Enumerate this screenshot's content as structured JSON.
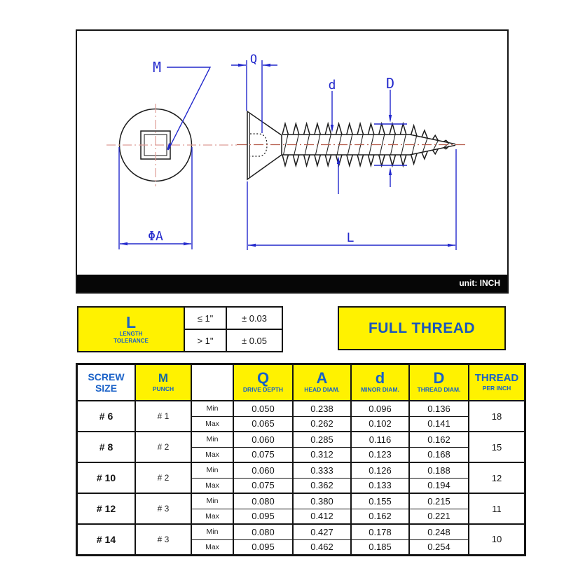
{
  "colors": {
    "highlight_yellow": "#FFF200",
    "dimension_blue": "#2228CC",
    "header_blue": "#1B62C8",
    "centerline_pink": "#DE9C97",
    "axis_red": "#B55A4A"
  },
  "diagram": {
    "unit_label": "unit: INCH",
    "labels": {
      "m": "M",
      "q": "Q",
      "d_minor": "d",
      "d_thread": "D",
      "length": "L",
      "phi_a": "ΦA"
    }
  },
  "tolerance_table": {
    "symbol": "L",
    "name_line1": "LENGTH",
    "name_line2": "TOLERANCE",
    "rows": [
      {
        "condition": "≤ 1\"",
        "value": "± 0.03"
      },
      {
        "condition": "> 1\"",
        "value": "± 0.05"
      }
    ]
  },
  "banner": {
    "label": "FULL THREAD"
  },
  "spec_table": {
    "headers": {
      "screw_line1": "SCREW",
      "screw_line2": "SIZE",
      "punch_symbol": "M",
      "punch_label": "PUNCH",
      "q_symbol": "Q",
      "q_label": "DRIVE DEPTH",
      "a_symbol": "A",
      "a_label": "HEAD DIAM.",
      "d_symbol": "d",
      "d_label": "MINOR DIAM.",
      "dd_symbol": "D",
      "dd_label": "THREAD DIAM.",
      "thread_line1": "THREAD",
      "thread_line2": "PER INCH",
      "min": "Min",
      "max": "Max"
    },
    "rows": [
      {
        "size": "# 6",
        "punch": "# 1",
        "min": [
          "0.050",
          "0.238",
          "0.096",
          "0.136"
        ],
        "max": [
          "0.065",
          "0.262",
          "0.102",
          "0.141"
        ],
        "tpi": "18"
      },
      {
        "size": "# 8",
        "punch": "# 2",
        "min": [
          "0.060",
          "0.285",
          "0.116",
          "0.162"
        ],
        "max": [
          "0.075",
          "0.312",
          "0.123",
          "0.168"
        ],
        "tpi": "15"
      },
      {
        "size": "# 10",
        "punch": "# 2",
        "min": [
          "0.060",
          "0.333",
          "0.126",
          "0.188"
        ],
        "max": [
          "0.075",
          "0.362",
          "0.133",
          "0.194"
        ],
        "tpi": "12"
      },
      {
        "size": "# 12",
        "punch": "# 3",
        "min": [
          "0.080",
          "0.380",
          "0.155",
          "0.215"
        ],
        "max": [
          "0.095",
          "0.412",
          "0.162",
          "0.221"
        ],
        "tpi": "11"
      },
      {
        "size": "# 14",
        "punch": "# 3",
        "min": [
          "0.080",
          "0.427",
          "0.178",
          "0.248"
        ],
        "max": [
          "0.095",
          "0.462",
          "0.185",
          "0.254"
        ],
        "tpi": "10"
      }
    ]
  }
}
